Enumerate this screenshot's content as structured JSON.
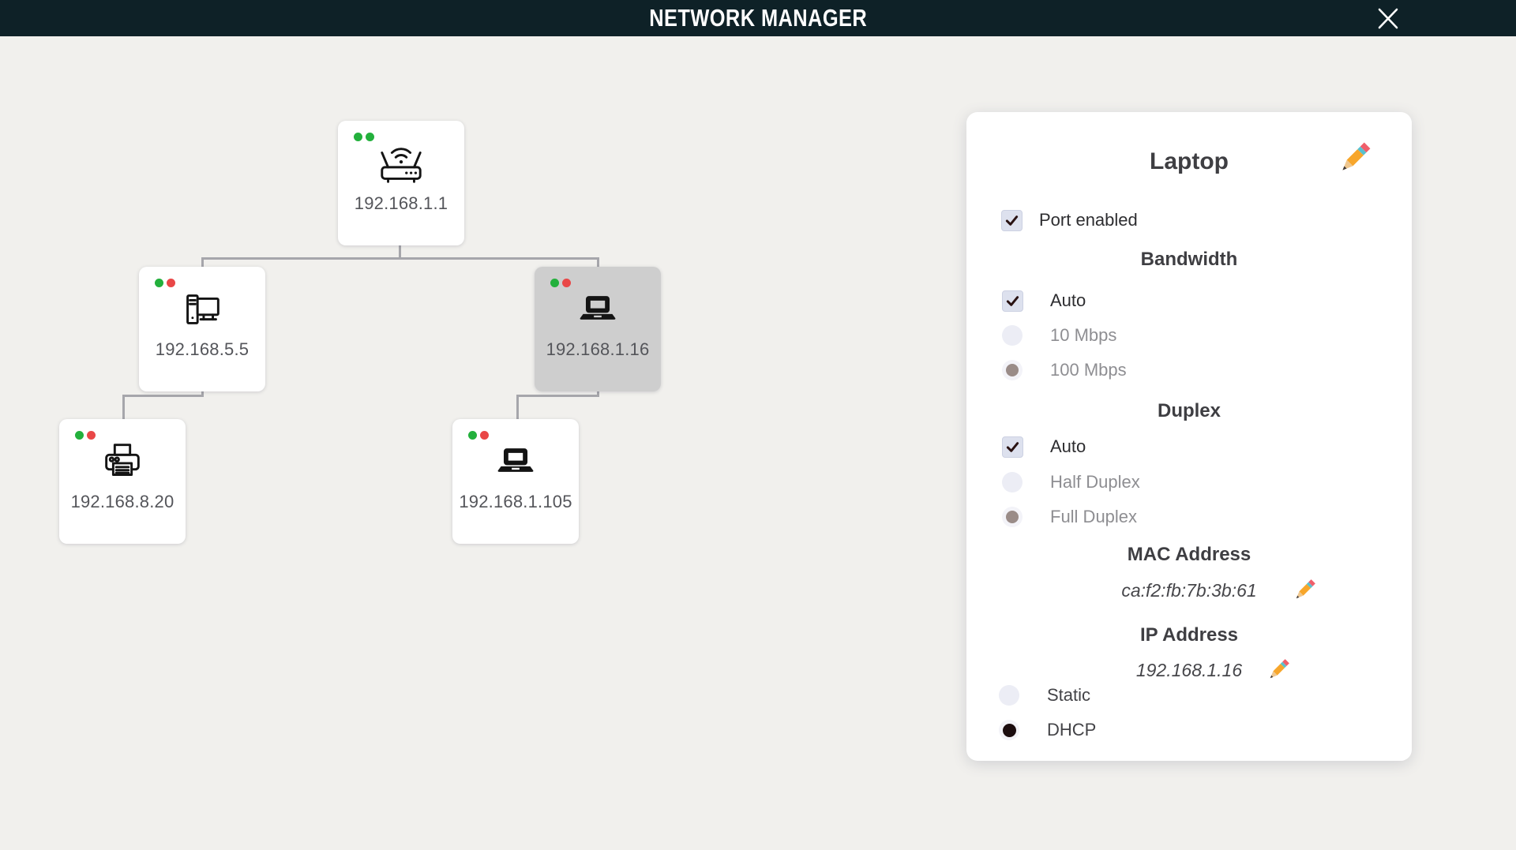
{
  "window": {
    "title": "NETWORK MANAGER",
    "close_icon": "x-cross"
  },
  "topology": {
    "nodes": [
      {
        "type": "router",
        "ip": "192.168.1.1",
        "dots": [
          "green",
          "green"
        ],
        "selected": false
      },
      {
        "type": "desktop",
        "ip": "192.168.5.5",
        "dots": [
          "green",
          "red"
        ],
        "selected": false
      },
      {
        "type": "laptop",
        "ip": "192.168.1.16",
        "dots": [
          "green",
          "red"
        ],
        "selected": true
      },
      {
        "type": "printer",
        "ip": "192.168.8.20",
        "dots": [
          "green",
          "red"
        ],
        "selected": false
      },
      {
        "type": "laptop",
        "ip": "192.168.1.105",
        "dots": [
          "green",
          "red"
        ],
        "selected": false
      }
    ]
  },
  "panel": {
    "device_title": "Laptop",
    "title_edit_icon": "pencil-icon",
    "port_enabled": {
      "label": "Port enabled",
      "checked": true
    },
    "bandwidth": {
      "header": "Bandwidth",
      "options": [
        {
          "label": "Auto",
          "control": "checkbox",
          "state": "checked"
        },
        {
          "label": "10 Mbps",
          "control": "radio",
          "state": "off"
        },
        {
          "label": "100 Mbps",
          "control": "radio",
          "state": "on"
        }
      ]
    },
    "duplex": {
      "header": "Duplex",
      "options": [
        {
          "label": "Auto",
          "control": "checkbox",
          "state": "checked"
        },
        {
          "label": "Half Duplex",
          "control": "radio",
          "state": "off"
        },
        {
          "label": "Full Duplex",
          "control": "radio",
          "state": "on"
        }
      ]
    },
    "mac": {
      "header": "MAC Address",
      "value": "ca:f2:fb:7b:3b:61",
      "edit_icon": "pencil-icon"
    },
    "ip": {
      "header": "IP Address",
      "value": "192.168.1.16",
      "edit_icon": "pencil-icon"
    },
    "ip_mode": {
      "options": [
        {
          "label": "Static",
          "state": "off"
        },
        {
          "label": "DHCP",
          "state": "on-dark"
        }
      ]
    }
  },
  "colors": {
    "header_bg": "#0e2127",
    "background": "#f1f0ed",
    "selected_node_bg": "#cecece",
    "connector": "#a6a6ab",
    "dot_green": "#23b03c",
    "dot_red": "#e94747",
    "checkbox_bg": "#dde1ee",
    "check_mark": "#2a1313",
    "radio_on_fill": "#9a8c88",
    "radio_on_dark_fill": "#1b0c0e"
  }
}
